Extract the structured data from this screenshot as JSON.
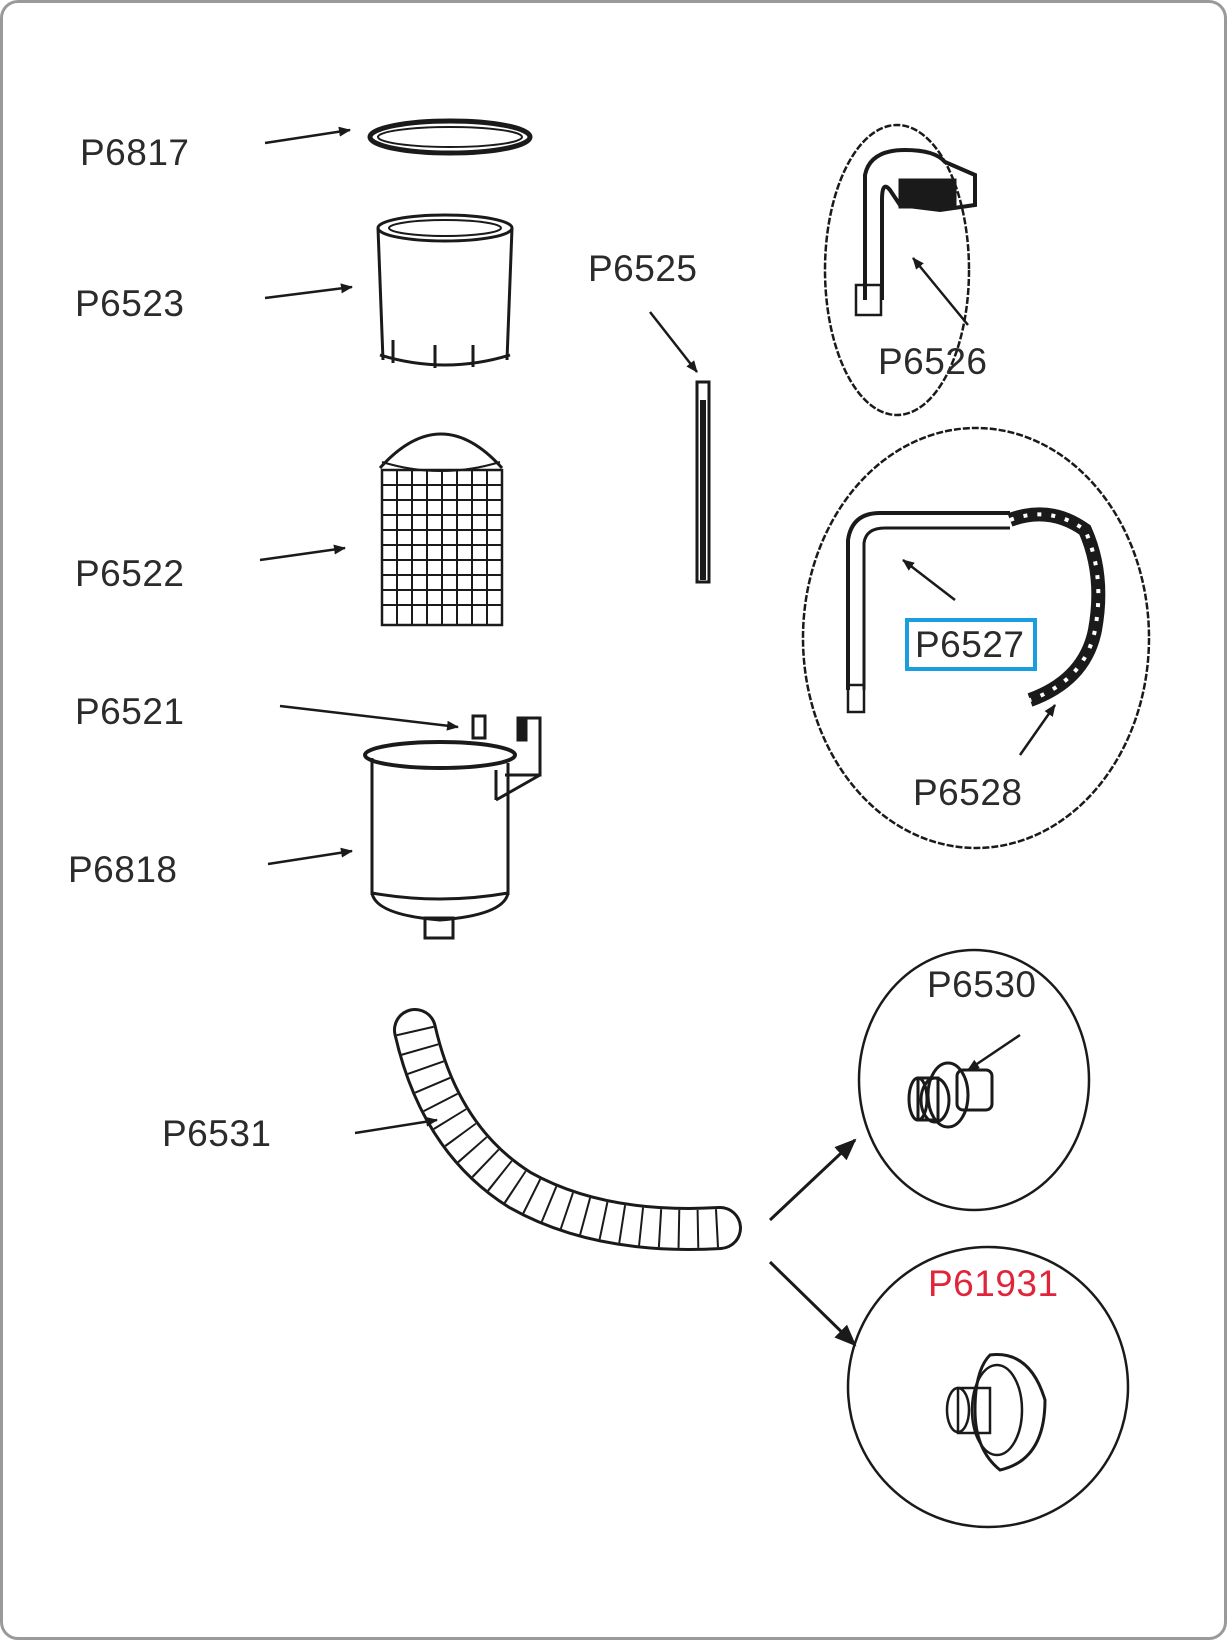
{
  "diagram": {
    "title": "Skimmer filter parts diagram",
    "highlight_color": "#1a9ee0",
    "new_part_color": "#e0243a",
    "parts": [
      {
        "id": "P6817",
        "label": "P6817",
        "description": "o-ring"
      },
      {
        "id": "P6523",
        "label": "P6523",
        "description": "cartridge cover"
      },
      {
        "id": "P6522",
        "label": "P6522",
        "description": "filter cartridge"
      },
      {
        "id": "P6521",
        "label": "P6521",
        "description": "clip"
      },
      {
        "id": "P6818",
        "label": "P6818",
        "description": "skimmer housing"
      },
      {
        "id": "P6525",
        "label": "P6525",
        "description": "rod"
      },
      {
        "id": "P6526",
        "label": "P6526",
        "description": "hanger assembly"
      },
      {
        "id": "P6527",
        "label": "P6527",
        "description": "hanger tube",
        "highlighted": true
      },
      {
        "id": "P6528",
        "label": "P6528",
        "description": "hose bracket"
      },
      {
        "id": "P6531",
        "label": "P6531",
        "description": "flexible hose"
      },
      {
        "id": "P6530",
        "label": "P6530",
        "description": "connector"
      },
      {
        "id": "P61931",
        "label": "P61931",
        "description": "connector (new)",
        "new": true
      }
    ]
  }
}
